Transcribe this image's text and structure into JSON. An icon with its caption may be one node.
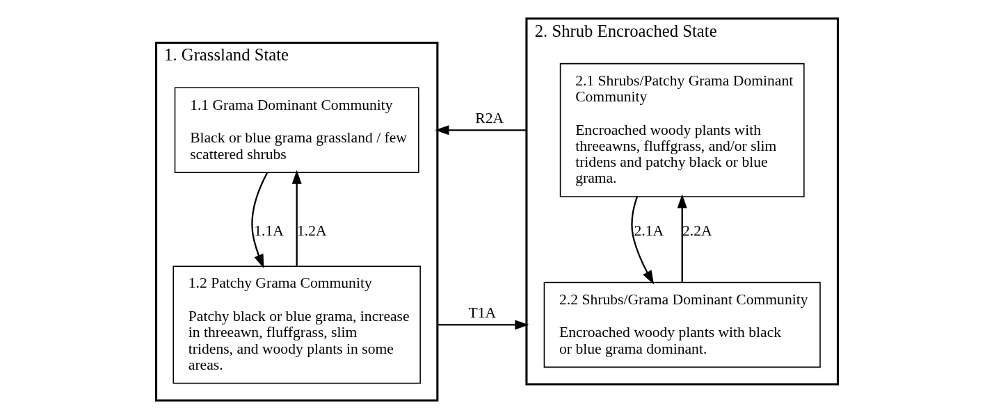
{
  "diagram": {
    "nodes": [
      {
        "text": [
          "1. Grassland State"
        ]
      },
      {
        "text": [
          "1.1 Grama Dominant Community",
          "Black or blue grama grassland / few scattered shrubs"
        ],
        "in": 0
      },
      {
        "text": [
          "1.2 Patchy Grama Community",
          "Patchy black or blue grama, increase in threeawn, fluffgrass, slim tridens, and woody plants in some areas."
        ],
        "in": 0
      },
      {
        "text": [
          "2. Shrub Encroached State"
        ]
      },
      {
        "text": [
          "2.1 Shrubs/Patchy Grama Dominant Community",
          "Encroached woody plants with threeawns, fluffgrass, and/or slim tridens and patchy black or blue grama."
        ],
        "in": 3
      },
      {
        "text": [
          "2.2 Shrubs/Grama Dominant Community",
          "Encroached woody plants with black or blue grama dominant."
        ],
        "in": 3
      }
    ],
    "edges": [
      {
        "from": 1,
        "to": 2,
        "arrow": "to",
        "label": "1.1A"
      },
      {
        "from": 2,
        "to": 1,
        "arrow": "to",
        "label": "1.2A"
      },
      {
        "from": 3,
        "to": 0,
        "arrow": "to",
        "label": "R2A"
      },
      {
        "from": 0,
        "to": 3,
        "arrow": "to",
        "label": "T1A"
      },
      {
        "from": 4,
        "to": 5,
        "arrow": "to",
        "label": "2.1A"
      },
      {
        "from": 5,
        "to": 4,
        "arrow": "to",
        "label": "2.2A"
      }
    ]
  }
}
